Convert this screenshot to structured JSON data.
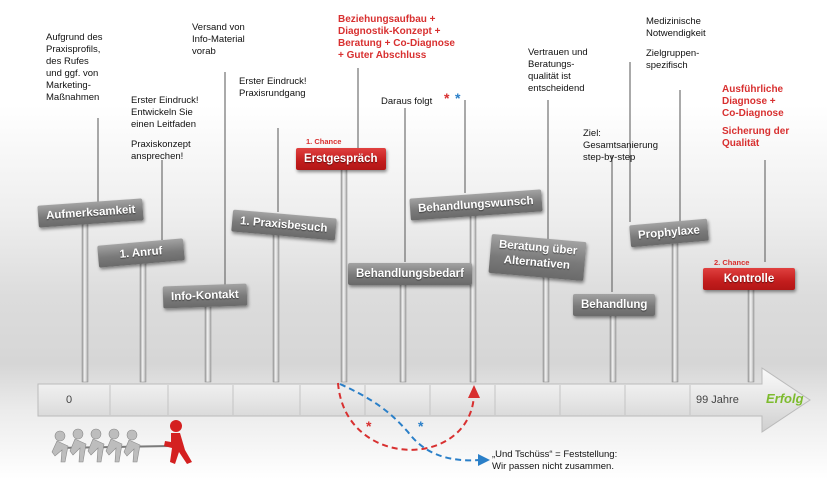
{
  "signs": {
    "aufmerksamkeit": "Aufmerksamkeit",
    "anruf": "1. Anruf",
    "info_kontakt": "Info-Kontakt",
    "praxisbesuch": "1. Praxisbesuch",
    "erstgespraech": "Erstgespräch",
    "behandlungsbedarf": "Behandlungsbedarf",
    "behandlungswunsch": "Behandlungswunsch",
    "beratung_line1": "Beratung über",
    "beratung_line2": "Alternativen",
    "behandlung": "Behandlung",
    "prophylaxe": "Prophylaxe",
    "kontrolle": "Kontrolle"
  },
  "chances": {
    "first": "1. Chance",
    "second": "2. Chance"
  },
  "notes": {
    "aufgrund": [
      "Aufgrund des",
      "Praxisprofils,",
      "des Rufes",
      "und ggf. von",
      "Marketing-",
      "Maßnahmen"
    ],
    "erster_eindruck_1": [
      "Erster Eindruck!",
      "Entwickeln Sie",
      "einen Leitfaden"
    ],
    "praxiskonzept": [
      "Praxiskonzept",
      "ansprechen!"
    ],
    "versand": [
      "Versand von",
      "Info-Material",
      "vorab"
    ],
    "erster_eindruck_2": [
      "Erster Eindruck!",
      "Praxisrundgang"
    ],
    "beziehung": [
      "Beziehungsaufbau +",
      "Diagnostik-Konzept +",
      "Beratung + Co-Diagnose",
      "+ Guter Abschluss"
    ],
    "daraus": "Daraus folgt",
    "vertrauen": [
      "Vertrauen und",
      "Beratungs-",
      "qualität ist",
      "entscheidend"
    ],
    "ziel": [
      "Ziel:",
      "Gesamtsanierung",
      "step-by-step"
    ],
    "medizinisch": [
      "Medizinische",
      "Notwendigkeit"
    ],
    "zielgruppe": [
      "Zielgruppen-",
      "spezifisch"
    ],
    "diagnose": [
      "Ausführliche",
      "Diagnose +",
      "Co-Diagnose"
    ],
    "sicherung": [
      "Sicherung der",
      "Qualität"
    ],
    "tschuess": [
      "„Und Tschüss“ = Feststellung:",
      "Wir passen nicht zusammen."
    ]
  },
  "timeline": {
    "start": "0",
    "end": "99 Jahre",
    "goal": "Erfolg"
  },
  "star": "*",
  "colors": {
    "accent_red": "#d83030",
    "accent_blue": "#2a7fc8",
    "goal_green": "#7dbb2e",
    "sign_gray": "#7a7a7a"
  }
}
